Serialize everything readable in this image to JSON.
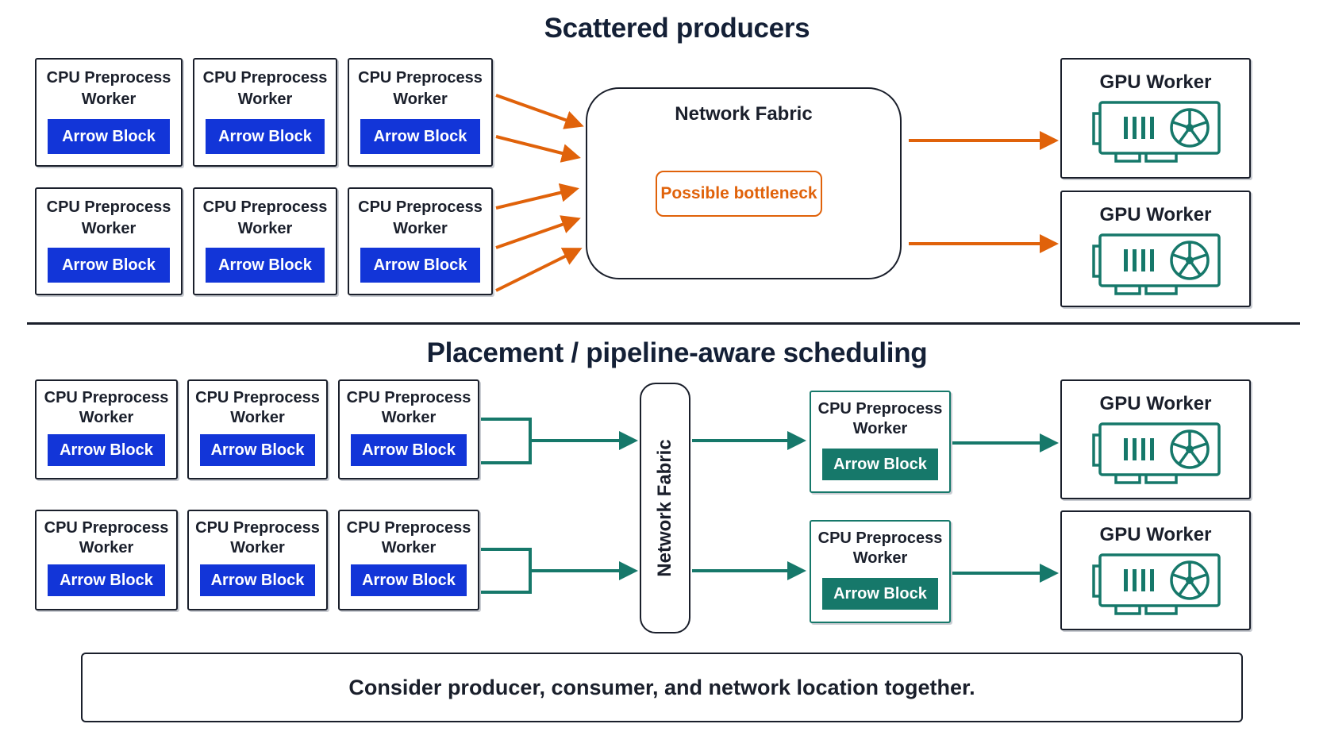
{
  "top": {
    "title": "Scattered producers",
    "cpu_workers": [
      {
        "label": "CPU Preprocess Worker",
        "block": "Arrow Block"
      },
      {
        "label": "CPU Preprocess Worker",
        "block": "Arrow Block"
      },
      {
        "label": "CPU Preprocess Worker",
        "block": "Arrow Block"
      },
      {
        "label": "CPU Preprocess Worker",
        "block": "Arrow Block"
      },
      {
        "label": "CPU Preprocess Worker",
        "block": "Arrow Block"
      },
      {
        "label": "CPU Preprocess Worker",
        "block": "Arrow Block"
      }
    ],
    "fabric_label": "Network Fabric",
    "bottleneck_label": "Possible bottleneck",
    "gpu_workers": [
      {
        "label": "GPU Worker"
      },
      {
        "label": "GPU Worker"
      }
    ]
  },
  "bottom": {
    "title": "Placement / pipeline-aware scheduling",
    "cpu_workers": [
      {
        "label": "CPU Preprocess Worker",
        "block": "Arrow Block"
      },
      {
        "label": "CPU Preprocess Worker",
        "block": "Arrow Block"
      },
      {
        "label": "CPU Preprocess Worker",
        "block": "Arrow Block"
      },
      {
        "label": "CPU Preprocess Worker",
        "block": "Arrow Block"
      },
      {
        "label": "CPU Preprocess Worker",
        "block": "Arrow Block"
      },
      {
        "label": "CPU Preprocess Worker",
        "block": "Arrow Block"
      }
    ],
    "fabric_label": "Network Fabric",
    "colocated_workers": [
      {
        "label": "CPU Preprocess Worker",
        "block": "Arrow Block"
      },
      {
        "label": "CPU Preprocess Worker",
        "block": "Arrow Block"
      }
    ],
    "gpu_workers": [
      {
        "label": "GPU Worker"
      },
      {
        "label": "GPU Worker"
      }
    ]
  },
  "footer_note": "Consider producer, consumer, and network location together.",
  "colors": {
    "scattered_arrow": "#e0620a",
    "pipeline_arrow": "#16786a",
    "arrow_block": "#1235d8",
    "colocated_block": "#16786a",
    "gpu_icon": "#16786a"
  },
  "icons": {
    "gpu": "gpu-card-icon"
  }
}
